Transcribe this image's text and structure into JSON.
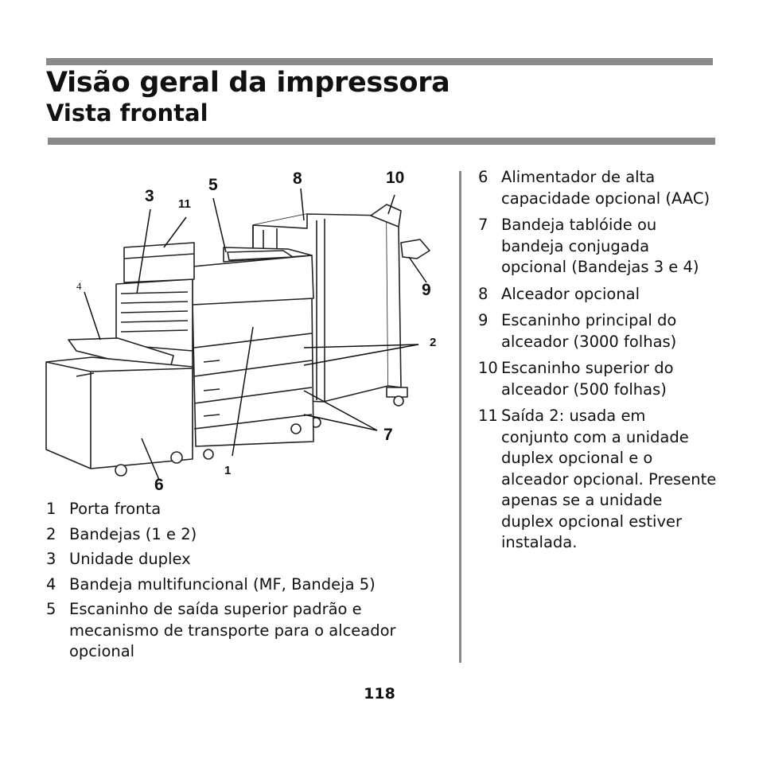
{
  "header": {
    "title": "Visão geral da impressora",
    "subtitle": "Vista frontal"
  },
  "figure": {
    "callouts": [
      "1",
      "2",
      "3",
      "4",
      "5",
      "6",
      "7",
      "8",
      "9",
      "10",
      "11"
    ]
  },
  "legend_left": [
    {
      "number": "1",
      "text": "Porta fronta"
    },
    {
      "number": "2",
      "text": "Bandejas (1 e 2)"
    },
    {
      "number": "3",
      "text": "Unidade duplex"
    },
    {
      "number": "4",
      "text": "Bandeja multifuncional (MF, Bandeja 5)"
    },
    {
      "number": "5",
      "text": "Escaninho de saída superior padrão e mecanismo de transporte para o alceador opcional"
    }
  ],
  "legend_right": [
    {
      "number": "6",
      "text": "Alimentador de alta capacidade opcional (AAC)"
    },
    {
      "number": "7",
      "text": "Bandeja tablóide ou bandeja conjugada opcional (Bandejas 3 e 4)"
    },
    {
      "number": "8",
      "text": "Alceador opcional"
    },
    {
      "number": "9",
      "text": "Escaninho principal do alceador (3000 folhas)"
    },
    {
      "number": "10",
      "text": "Escaninho superior do alceador (500 folhas)"
    },
    {
      "number": "11",
      "text": "Saída 2: usada em conjunto com a unidade duplex opcional e o alceador opcional. Presente apenas se a unidade duplex opcional estiver instalada."
    }
  ],
  "page_number": "118"
}
